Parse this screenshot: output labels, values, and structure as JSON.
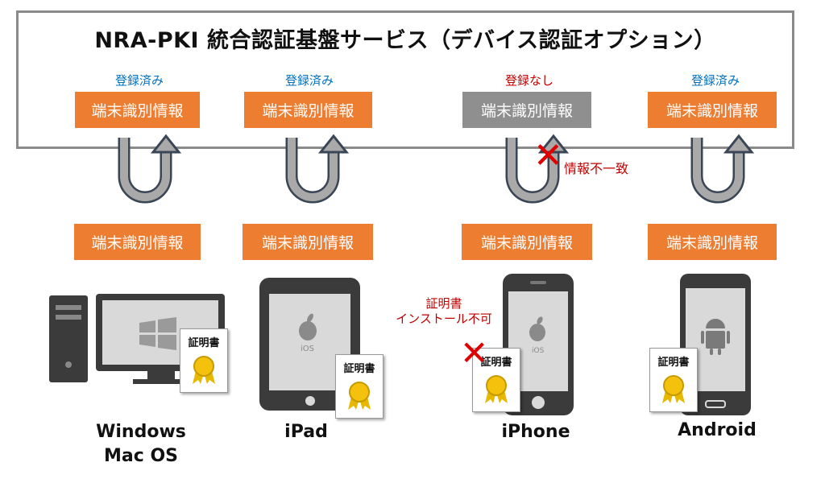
{
  "title": "NRA-PKI 統合認証基盤サービス（デバイス認証オプション）",
  "columns": [
    {
      "status": "登録済み",
      "status_color": "#0070c0",
      "server_box": "端末識別情報",
      "server_box_color": "#ed7d31",
      "device_box": "端末識別情報",
      "device": "Windows Mac OS",
      "device_lines": [
        "Windows",
        "Mac OS"
      ]
    },
    {
      "status": "登録済み",
      "status_color": "#0070c0",
      "server_box": "端末識別情報",
      "server_box_color": "#ed7d31",
      "device_box": "端末識別情報",
      "device": "iPad",
      "device_lines": [
        "iPad"
      ]
    },
    {
      "status": "登録なし",
      "status_color": "#c00000",
      "server_box": "端末識別情報",
      "server_box_color": "#8f8f8f",
      "device_box": "端末識別情報",
      "device": "iPhone",
      "device_lines": [
        "iPhone"
      ],
      "mismatch_note": "情報不一致",
      "cert_note": [
        "証明書",
        "インストール不可"
      ]
    },
    {
      "status": "登録済み",
      "status_color": "#0070c0",
      "server_box": "端末識別情報",
      "server_box_color": "#ed7d31",
      "device_box": "端末識別情報",
      "device": "Android",
      "device_lines": [
        "Android"
      ]
    }
  ],
  "certificate_label": "証明書",
  "ios_label": "iOS",
  "icons": [
    "windows-logo-icon",
    "apple-logo-icon",
    "android-robot-icon",
    "certificate-ribbon-icon",
    "cross-mark-icon",
    "cycle-arrow-icon"
  ]
}
